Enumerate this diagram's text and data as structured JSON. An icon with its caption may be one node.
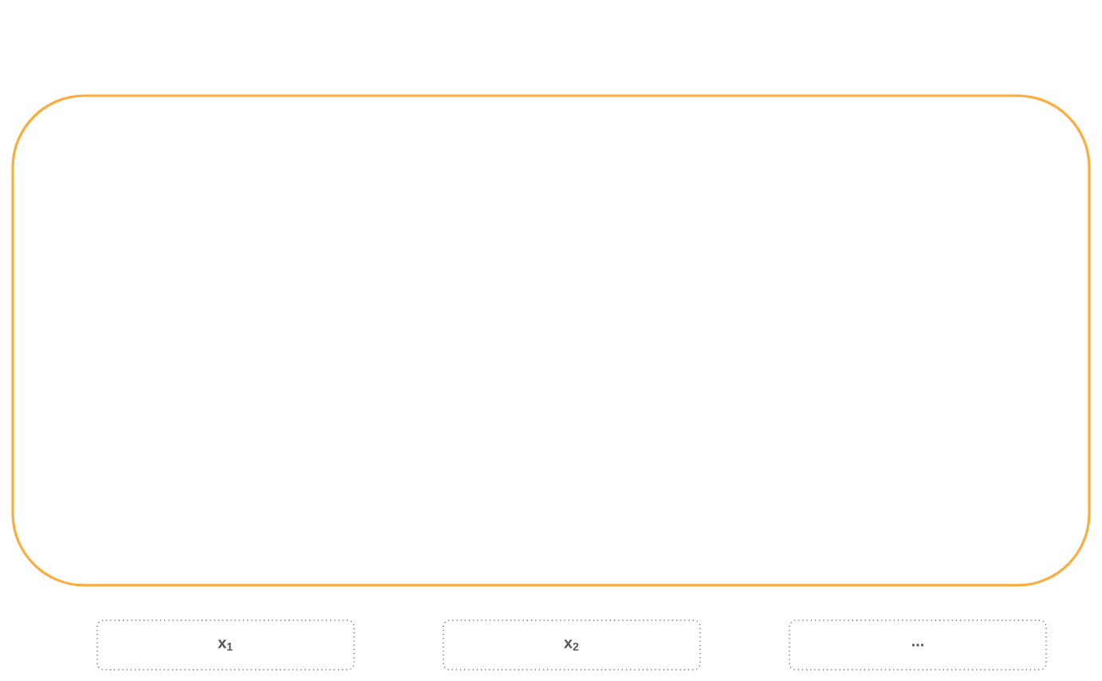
{
  "diagram": {
    "nodes": [
      {
        "text": [],
        "shape": "box"
      },
      {
        "text": [
          "x$_{1}$"
        ]
      },
      {
        "text": [
          "x$_{2}$"
        ]
      },
      {
        "text": [
          "..."
        ]
      }
    ]
  }
}
